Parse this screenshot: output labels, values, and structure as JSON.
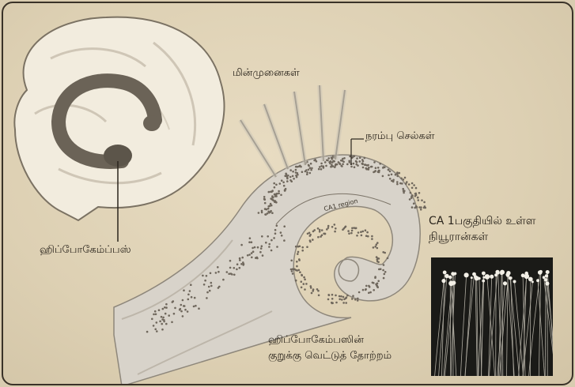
{
  "labels": {
    "electrodes": "மின்முனைகள்",
    "nerve_cells": "நரம்பு செல்கள்",
    "ca1_line1": "CA 1பகுதியில் உள்ள",
    "ca1_line2": "நியூரான்கள்",
    "hippocampus": "ஹிப்போகேம்ப்பஸ்",
    "cross_section_line1": "ஹிப்போகேம்பஸின்",
    "cross_section_line2": "குறுக்கு வெட்டுத் தோற்றம்",
    "ca1_region": "CA1 region"
  },
  "colors": {
    "background": "#ddd0b3",
    "brain": "#f1ebdc",
    "hippocampus_tissue": "#d6d1c7",
    "neuron_dots": "#6f675c",
    "photo_bg": "#1a1a17"
  }
}
